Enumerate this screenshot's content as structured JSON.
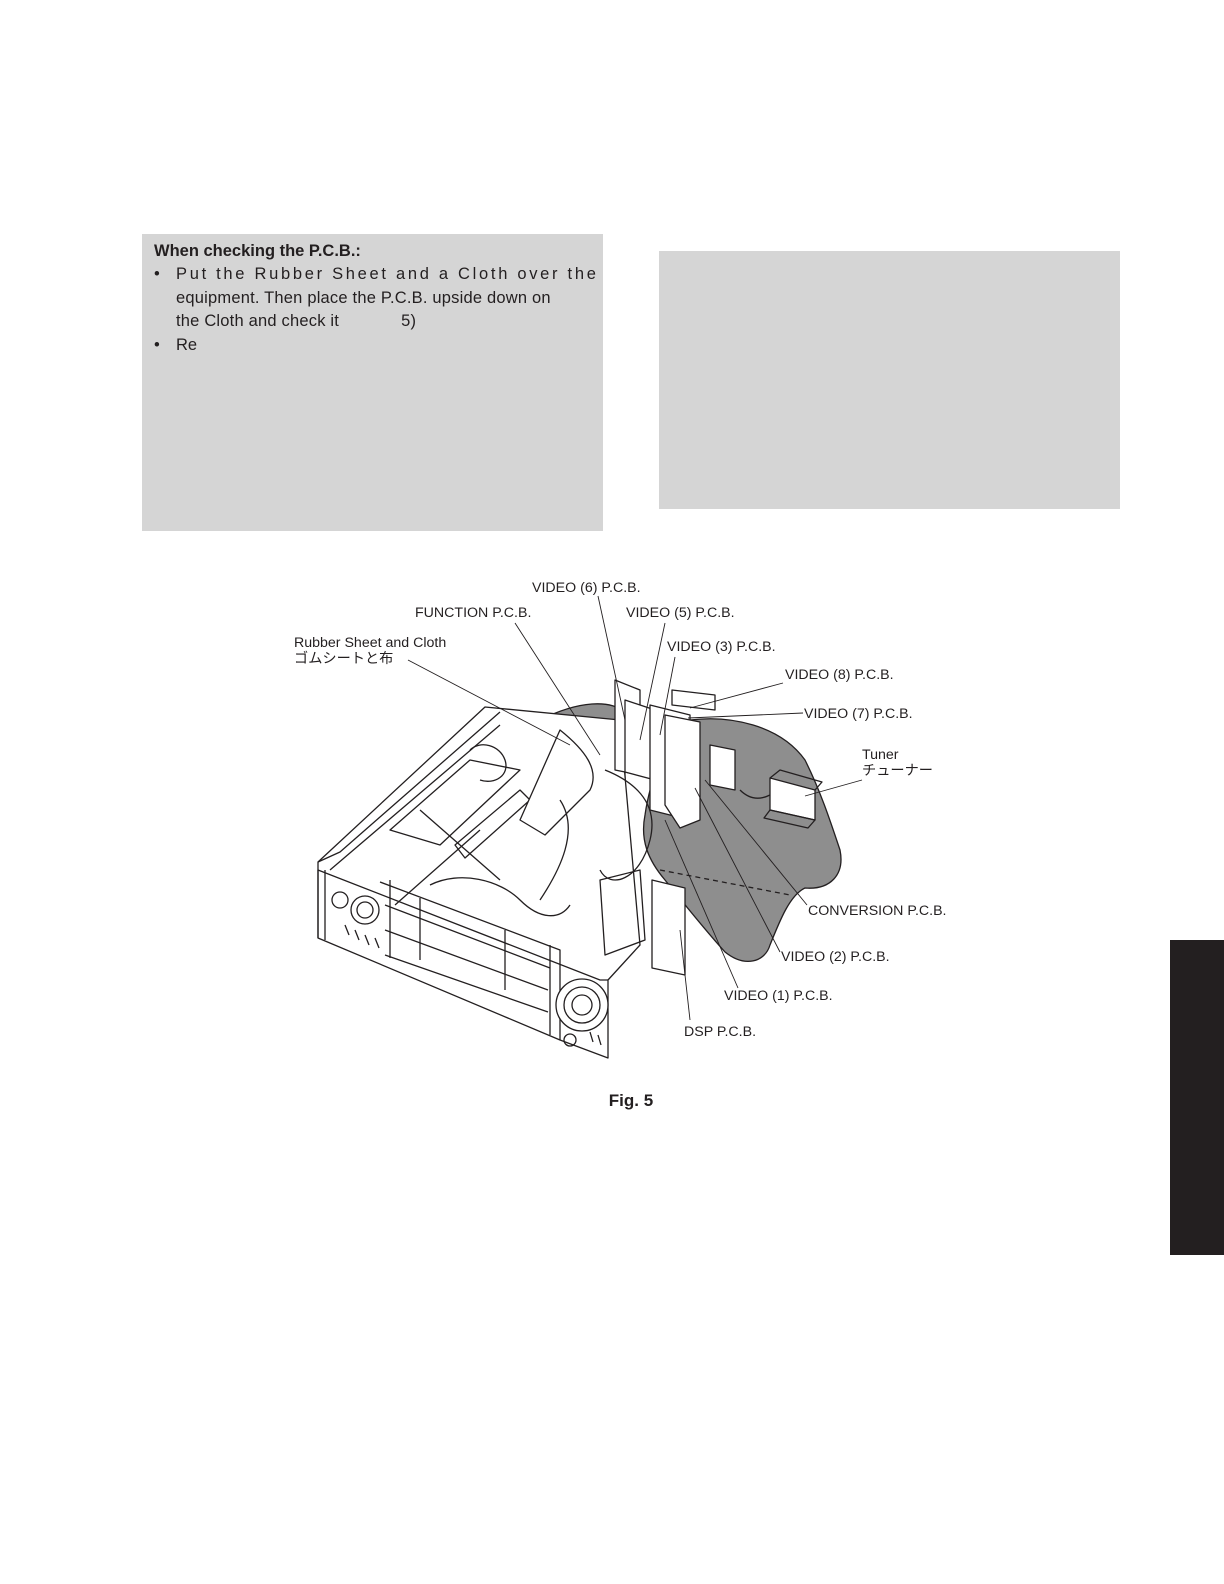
{
  "note_left": {
    "title": "When checking the P.C.B.:",
    "bullet1": {
      "line1": "Put the Rubber Sheet and a Cloth over the",
      "line2": "equipment. Then place the P.C.B. upside down on",
      "line3a": "the Cloth and check it",
      "line3b": "5)"
    },
    "bullet2": "Re",
    "bullet_symbol": "•"
  },
  "figure": {
    "labels": {
      "video6": "VIDEO (6) P.C.B.",
      "function": "FUNCTION P.C.B.",
      "video5": "VIDEO (5) P.C.B.",
      "rubber_en": "Rubber Sheet and Cloth",
      "rubber_jp": "ゴムシートと布",
      "video3": "VIDEO (3) P.C.B.",
      "video8": "VIDEO (8) P.C.B.",
      "video7": "VIDEO (7) P.C.B.",
      "tuner_en": "Tuner",
      "tuner_jp": "チューナー",
      "conversion": "CONVERSION P.C.B.",
      "video2": "VIDEO (2) P.C.B.",
      "video1": "VIDEO (1) P.C.B.",
      "dsp": "DSP P.C.B."
    },
    "caption": "Fig. 5"
  },
  "colors": {
    "shade_box": "#d5d5d5",
    "side_tab": "#231f20",
    "cloth": "#8e8e8e",
    "ink": "#231f20"
  }
}
